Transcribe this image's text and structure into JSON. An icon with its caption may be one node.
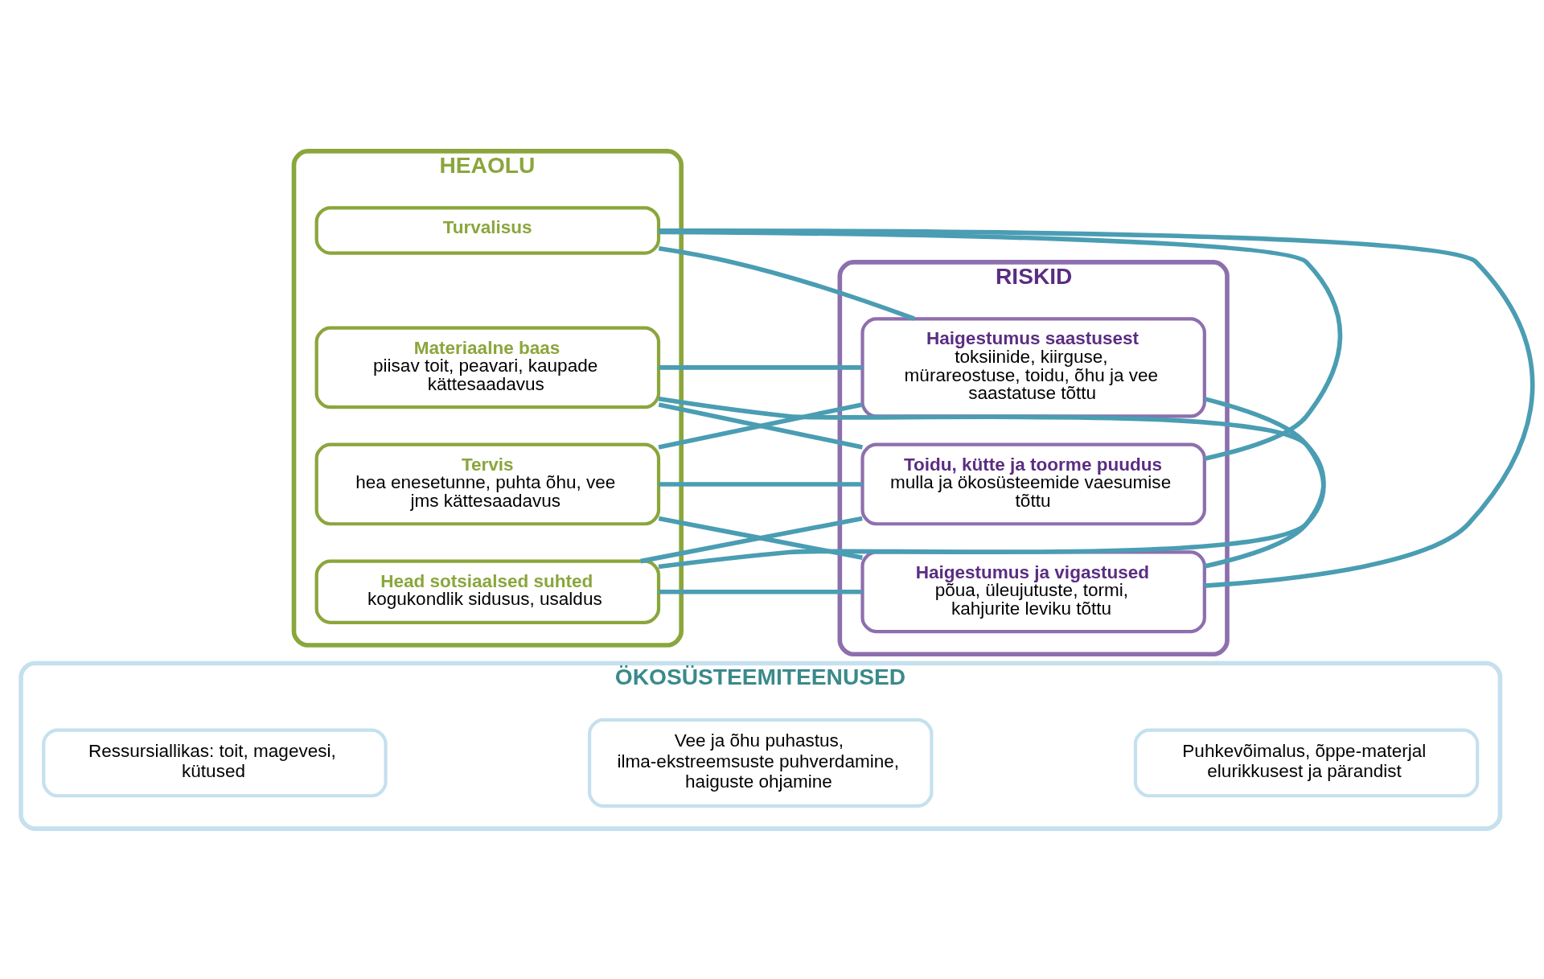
{
  "diagram": {
    "nodes": [
      {
        "text": [
          "HEAOLU"
        ]
      },
      {
        "text": [
          "Turvalisus"
        ],
        "in": 0
      },
      {
        "text": [
          "Materiaalne baas",
          "piisav toit, peavari, kaupade kättesaadavus"
        ],
        "in": 0
      },
      {
        "text": [
          "Tervis",
          "hea enesetunne, puhta õhu, vee jms kättesaadavus"
        ],
        "in": 0
      },
      {
        "text": [
          "Head sotsiaalsed suhted",
          "kogukondlik sidusus, usaldus"
        ],
        "in": 0
      },
      {
        "text": [
          "RISKID"
        ]
      },
      {
        "text": [
          "Haigestumus saastusest",
          "toksiinide, kiirguse, mürareostuse, toidu, õhu ja vee saastatuse tõttu"
        ],
        "in": 5
      },
      {
        "text": [
          "Toidu, kütte ja toorme puudus",
          "mulla ja ökosüsteemide vaesumise tõttu"
        ],
        "in": 5
      },
      {
        "text": [
          "Haigestumus ja vigastused",
          "põua, üleujutuste, tormi, kahjurite leviku tõttu"
        ],
        "in": 5
      },
      {
        "text": [
          "ÖKOSÜSTEEMITEENUSED"
        ]
      },
      {
        "text": [
          "Ressursiallikas: toit, magevesi, kütused"
        ],
        "in": 9
      },
      {
        "text": [
          "Vee ja õhu puhastus, ilma-ekstreemsuste puhverdamine, haiguste ohjamine"
        ],
        "in": 9
      },
      {
        "text": [
          "Puhkevõimalus, õppe-materjal elurikkusest ja pärandist"
        ],
        "in": 9
      }
    ],
    "edges": [
      {
        "from": 1,
        "to": 6,
        "arrow": "none"
      },
      {
        "from": 1,
        "to": 7,
        "arrow": "none"
      },
      {
        "from": 1,
        "to": 8,
        "arrow": "none"
      },
      {
        "from": 2,
        "to": 6,
        "arrow": "none"
      },
      {
        "from": 2,
        "to": 7,
        "arrow": "none"
      },
      {
        "from": 2,
        "to": 8,
        "arrow": "none"
      },
      {
        "from": 3,
        "to": 6,
        "arrow": "none"
      },
      {
        "from": 3,
        "to": 7,
        "arrow": "none"
      },
      {
        "from": 3,
        "to": 8,
        "arrow": "none"
      },
      {
        "from": 4,
        "to": 6,
        "arrow": "none"
      },
      {
        "from": 4,
        "to": 7,
        "arrow": "none"
      },
      {
        "from": 4,
        "to": 8,
        "arrow": "none"
      }
    ]
  }
}
